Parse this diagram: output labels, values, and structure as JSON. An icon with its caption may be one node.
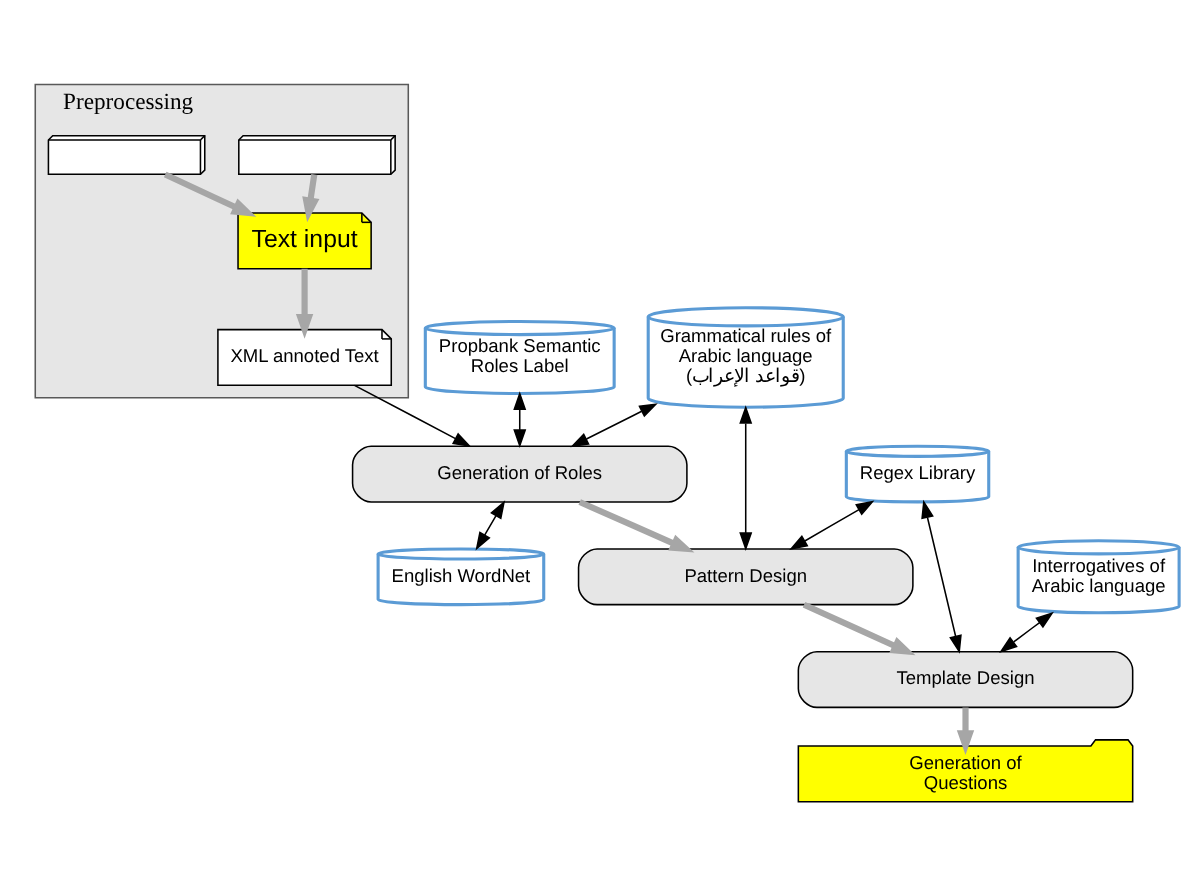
{
  "diagram": {
    "nodes": [
      {
        "text": [
          "Preprocessing"
        ]
      },
      {
        "text": [],
        "shape": "box",
        "in": 0
      },
      {
        "text": [],
        "shape": "box",
        "in": 0
      },
      {
        "text": [
          "Text input"
        ],
        "in": 0
      },
      {
        "text": [
          "XML annoted Text"
        ],
        "in": 0
      },
      {
        "text": [
          "Propbank Semantic Roles Label"
        ]
      },
      {
        "text": [
          "Grammatical rules of Arabic language",
          "(قواعد الإعراب)"
        ]
      },
      {
        "text": [
          "Regex Library"
        ]
      },
      {
        "text": [
          "Interrogatives of Arabic language"
        ]
      },
      {
        "text": [
          "Generation of Roles"
        ]
      },
      {
        "text": [
          "Pattern Design"
        ]
      },
      {
        "text": [
          "Template Design"
        ]
      },
      {
        "text": [
          "Generation of Questions"
        ]
      },
      {
        "text": [
          "English WordNet"
        ]
      }
    ],
    "edges": [
      {
        "from": 1,
        "to": 3,
        "arrow": "to",
        "style": "thick",
        "color": "#a6a6a6"
      },
      {
        "from": 2,
        "to": 3,
        "arrow": "to",
        "style": "thick",
        "color": "#a6a6a6"
      },
      {
        "from": 3,
        "to": 4,
        "arrow": "to",
        "style": "thick",
        "color": "#a6a6a6"
      },
      {
        "from": 4,
        "to": 9,
        "arrow": "to"
      },
      {
        "from": 5,
        "to": 9,
        "arrow": "both"
      },
      {
        "from": 6,
        "to": 9,
        "arrow": "both"
      },
      {
        "from": 6,
        "to": 10,
        "arrow": "both"
      },
      {
        "from": 7,
        "to": 10,
        "arrow": "both"
      },
      {
        "from": 7,
        "to": 11,
        "arrow": "both"
      },
      {
        "from": 8,
        "to": 11,
        "arrow": "both"
      },
      {
        "from": 9,
        "to": 13,
        "arrow": "both"
      },
      {
        "from": 9,
        "to": 10,
        "arrow": "to",
        "style": "thick",
        "color": "#a6a6a6"
      },
      {
        "from": 10,
        "to": 11,
        "arrow": "to",
        "style": "thick",
        "color": "#a6a6a6"
      },
      {
        "from": 11,
        "to": 12,
        "arrow": "to",
        "style": "thick",
        "color": "#a6a6a6"
      }
    ]
  }
}
